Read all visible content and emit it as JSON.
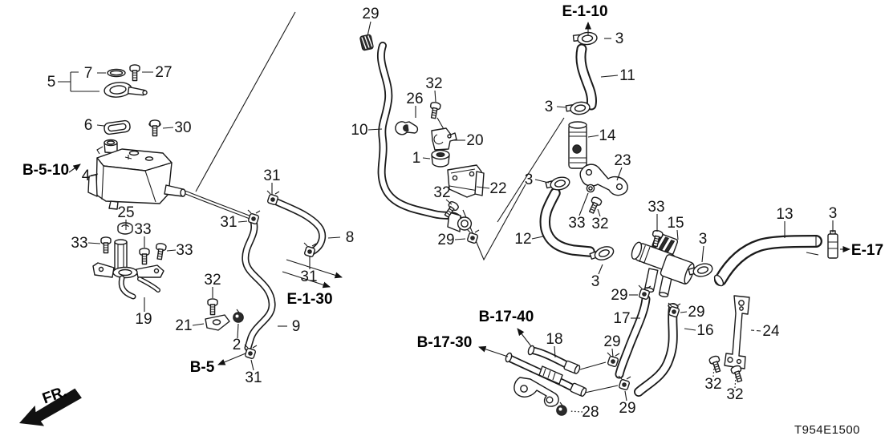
{
  "diagram_code": "T954E1500",
  "colors": {
    "line": "#1a1a1a",
    "background": "#ffffff"
  },
  "callouts": [
    {
      "label": "29"
    },
    {
      "label": "E-1-10"
    },
    {
      "label": "3"
    },
    {
      "label": "5"
    },
    {
      "label": "7"
    },
    {
      "label": "27"
    },
    {
      "label": "11"
    },
    {
      "label": "32"
    },
    {
      "label": "26"
    },
    {
      "label": "3"
    },
    {
      "label": "6"
    },
    {
      "label": "30"
    },
    {
      "label": "10"
    },
    {
      "label": "14"
    },
    {
      "label": "20"
    },
    {
      "label": "1"
    },
    {
      "label": "23"
    },
    {
      "label": "B-5-10"
    },
    {
      "label": "4"
    },
    {
      "label": "31"
    },
    {
      "label": "3"
    },
    {
      "label": "22"
    },
    {
      "label": "32"
    },
    {
      "label": "33"
    },
    {
      "label": "25"
    },
    {
      "label": "13"
    },
    {
      "label": "3"
    },
    {
      "label": "15"
    },
    {
      "label": "33"
    },
    {
      "label": "32"
    },
    {
      "label": "31"
    },
    {
      "label": "33"
    },
    {
      "label": "8"
    },
    {
      "label": "12"
    },
    {
      "label": "3"
    },
    {
      "label": "29"
    },
    {
      "label": "33"
    },
    {
      "label": "E-17"
    },
    {
      "label": "33"
    },
    {
      "label": "31"
    },
    {
      "label": "32"
    },
    {
      "label": "3"
    },
    {
      "label": "29"
    },
    {
      "label": "E-1-30"
    },
    {
      "label": "B-17-40"
    },
    {
      "label": "19"
    },
    {
      "label": "17"
    },
    {
      "label": "29"
    },
    {
      "label": "21"
    },
    {
      "label": "9"
    },
    {
      "label": "16"
    },
    {
      "label": "24"
    },
    {
      "label": "18"
    },
    {
      "label": "29"
    },
    {
      "label": "B-17-30"
    },
    {
      "label": "2"
    },
    {
      "label": "B-5"
    },
    {
      "label": "31"
    },
    {
      "label": "29"
    },
    {
      "label": "28"
    },
    {
      "label": "32"
    },
    {
      "label": "32"
    },
    {
      "label": "T954E1500"
    },
    {
      "label": "FR."
    }
  ]
}
